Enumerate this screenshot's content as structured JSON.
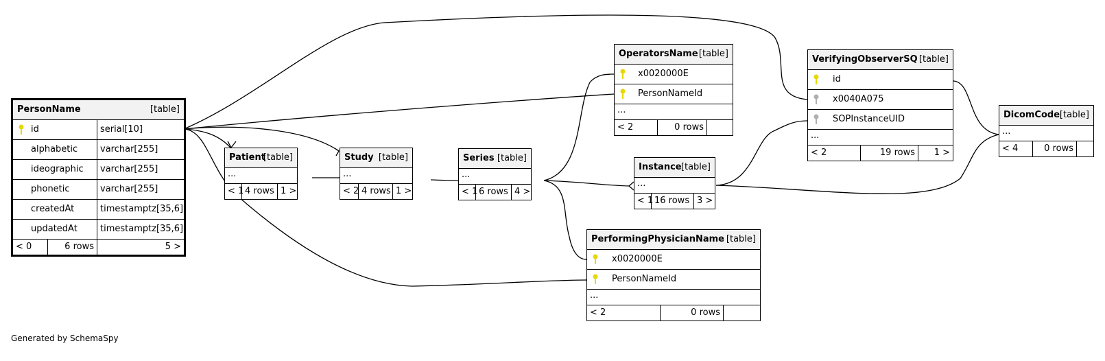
{
  "diagram": {
    "credit": "Generated by SchemaSpy",
    "colors": {
      "primary_key": "#e6d800",
      "foreign_key": "#b0b0b0",
      "line": "#000000",
      "header": "#f2f2f2"
    },
    "tables": [
      {
        "id": "personname",
        "name": "PersonName",
        "tag": "[table]",
        "columns": [
          {
            "name": "id",
            "type": "serial[10]",
            "icon": "primary-key-icon"
          },
          {
            "name": "alphabetic",
            "type": "varchar[255]"
          },
          {
            "name": "ideographic",
            "type": "varchar[255]"
          },
          {
            "name": "phonetic",
            "type": "varchar[255]"
          },
          {
            "name": "createdAt",
            "type": "timestamptz[35,6]"
          },
          {
            "name": "updatedAt",
            "type": "timestamptz[35,6]"
          }
        ],
        "footer": [
          "< 0",
          "6 rows",
          "5 >"
        ]
      },
      {
        "id": "patient",
        "name": "Patient",
        "tag": "[table]",
        "ellipsis": "...",
        "footer": [
          "< 1",
          "4 rows",
          "1 >"
        ]
      },
      {
        "id": "study",
        "name": "Study",
        "tag": "[table]",
        "ellipsis": "...",
        "footer": [
          "< 2",
          "4 rows",
          "1 >"
        ]
      },
      {
        "id": "series",
        "name": "Series",
        "tag": "[table]",
        "ellipsis": "...",
        "footer": [
          "< 1",
          "6 rows",
          "4 >"
        ]
      },
      {
        "id": "operatorsname",
        "name": "OperatorsName",
        "tag": "[table]",
        "columns": [
          {
            "name": "x0020000E",
            "icon": "primary-key-icon"
          },
          {
            "name": "PersonNameId",
            "icon": "primary-key-icon"
          }
        ],
        "ellipsis": "...",
        "footer": [
          "< 2",
          "0 rows",
          ""
        ]
      },
      {
        "id": "instance",
        "name": "Instance",
        "tag": "[table]",
        "ellipsis": "...",
        "footer": [
          "< 1",
          "16 rows",
          "3 >"
        ]
      },
      {
        "id": "performingphysicianname",
        "name": "PerformingPhysicianName",
        "tag": "[table]",
        "columns": [
          {
            "name": "x0020000E",
            "icon": "primary-key-icon"
          },
          {
            "name": "PersonNameId",
            "icon": "primary-key-icon"
          }
        ],
        "ellipsis": "...",
        "footer": [
          "< 2",
          "0 rows",
          ""
        ]
      },
      {
        "id": "verifyingobserversq",
        "name": "VerifyingObserverSQ",
        "tag": "[table]",
        "columns": [
          {
            "name": "id",
            "icon": "primary-key-icon"
          },
          {
            "name": "x0040A075",
            "icon": "foreign-key-icon"
          },
          {
            "name": "SOPInstanceUID",
            "icon": "foreign-key-icon"
          }
        ],
        "ellipsis": "...",
        "footer": [
          "< 2",
          "19 rows",
          "1 >"
        ]
      },
      {
        "id": "dicomcode",
        "name": "DicomCode",
        "tag": "[table]",
        "ellipsis": "...",
        "footer": [
          "< 4",
          "0 rows",
          ""
        ]
      }
    ]
  }
}
